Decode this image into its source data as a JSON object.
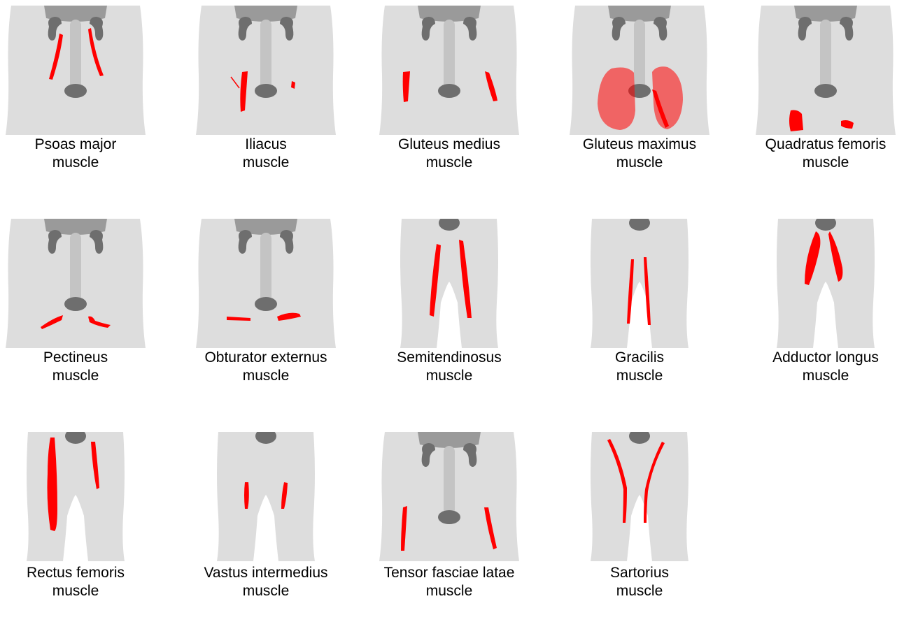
{
  "figure": {
    "highlight_color": "#ff0000",
    "body_color": "#dddddd",
    "organ_color": "#6e6e6e",
    "panels": [
      {
        "name_line1": "Psoas major",
        "name_line2": "muscle",
        "view": "torso",
        "muscle": "psoas"
      },
      {
        "name_line1": "Iliacus",
        "name_line2": "muscle",
        "view": "torso",
        "muscle": "iliacus"
      },
      {
        "name_line1": "Gluteus medius",
        "name_line2": "muscle",
        "view": "torso",
        "muscle": "gluteus_medius"
      },
      {
        "name_line1": "Gluteus maximus",
        "name_line2": "muscle",
        "view": "torso",
        "muscle": "gluteus_maximus"
      },
      {
        "name_line1": "Quadratus femoris",
        "name_line2": "muscle",
        "view": "torso",
        "muscle": "quadratus_femoris"
      },
      {
        "name_line1": "Pectineus",
        "name_line2": "muscle",
        "view": "torso",
        "muscle": "pectineus"
      },
      {
        "name_line1": "Obturator externus",
        "name_line2": "muscle",
        "view": "torso",
        "muscle": "obturator_externus"
      },
      {
        "name_line1": "Semitendinosus",
        "name_line2": "muscle",
        "view": "legs",
        "muscle": "semitendinosus"
      },
      {
        "name_line1": "Gracilis",
        "name_line2": "muscle",
        "view": "legs",
        "muscle": "gracilis"
      },
      {
        "name_line1": "Adductor longus",
        "name_line2": "muscle",
        "view": "legs",
        "muscle": "adductor_longus"
      },
      {
        "name_line1": "Rectus femoris",
        "name_line2": "muscle",
        "view": "legs",
        "muscle": "rectus_femoris"
      },
      {
        "name_line1": "Vastus intermedius",
        "name_line2": "muscle",
        "view": "legs",
        "muscle": "vastus_intermedius"
      },
      {
        "name_line1": "Tensor fasciae latae",
        "name_line2": "muscle",
        "view": "torso",
        "muscle": "tensor_fasciae_latae"
      },
      {
        "name_line1": "Sartorius",
        "name_line2": "muscle",
        "view": "legs",
        "muscle": "sartorius"
      }
    ]
  }
}
